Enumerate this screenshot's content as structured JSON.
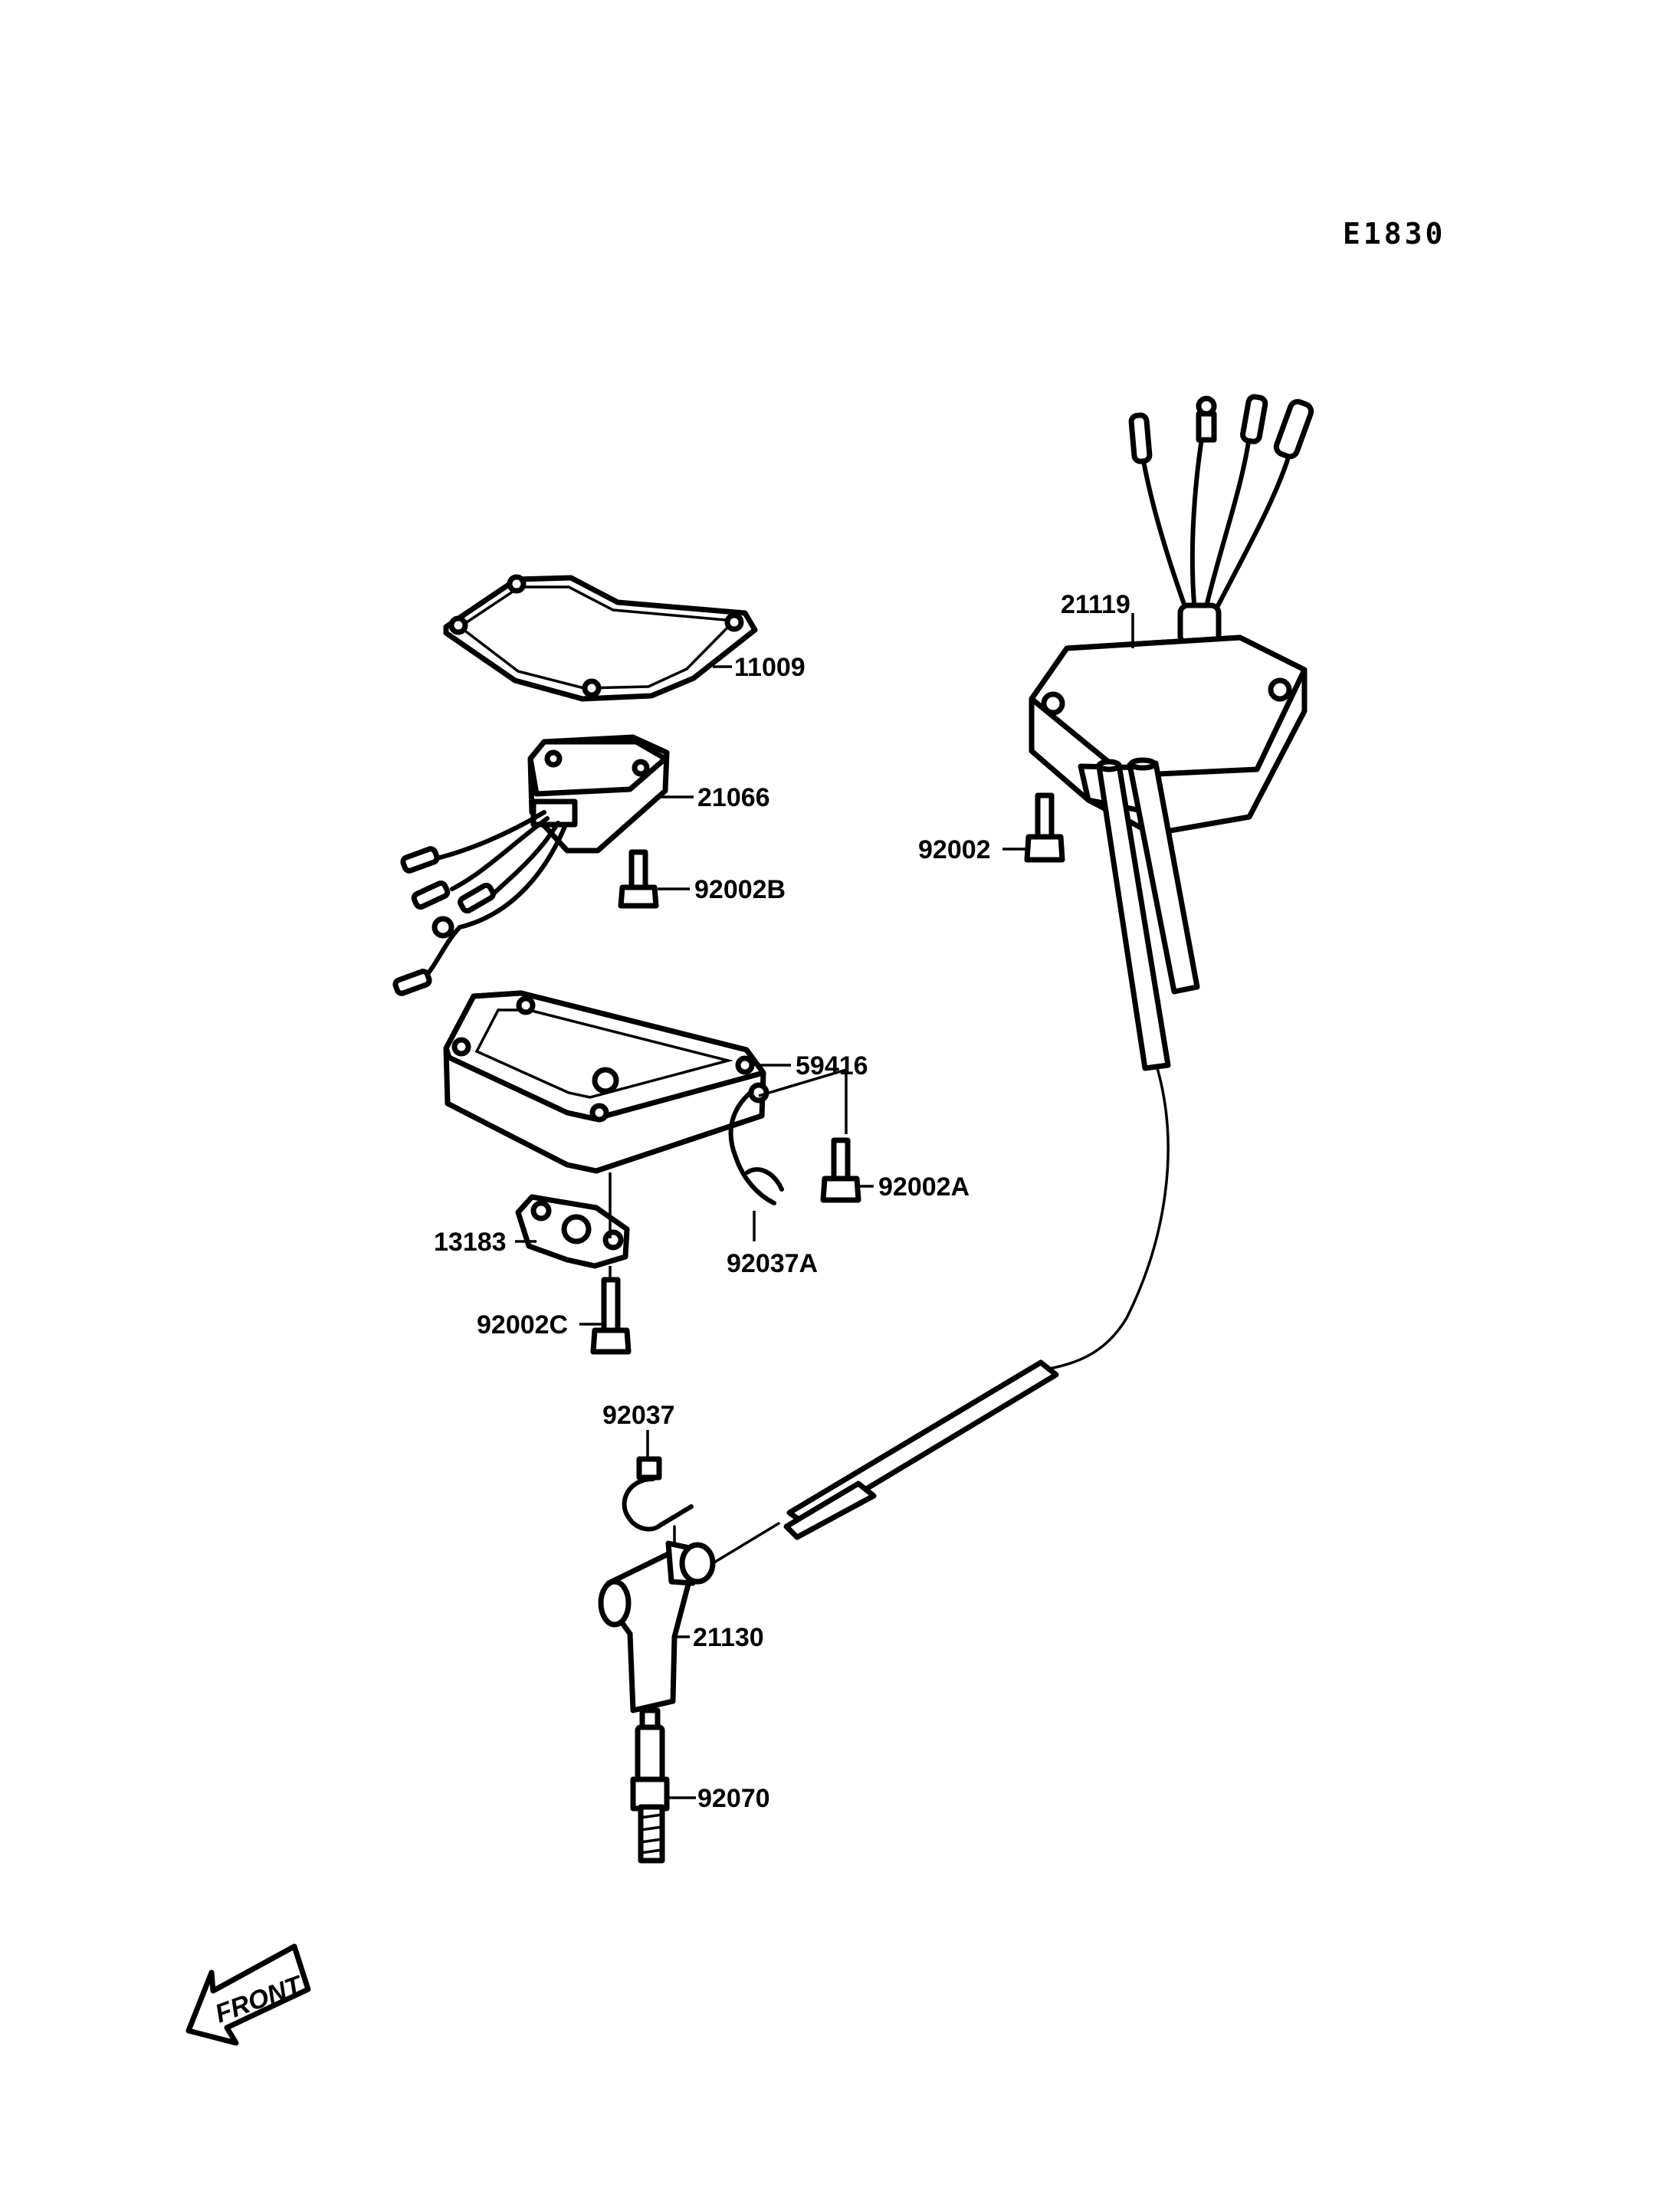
{
  "diagram_code": "E1830",
  "front_label": "FRONT",
  "labels": {
    "p11009": "11009",
    "p21066": "21066",
    "p92002B": "92002B",
    "p59416": "59416",
    "p92002A": "92002A",
    "p92037A": "92037A",
    "p13183": "13183",
    "p92002C": "92002C",
    "p21119": "21119",
    "p92002": "92002",
    "p92037": "92037",
    "p21130": "21130",
    "p92070": "92070"
  }
}
